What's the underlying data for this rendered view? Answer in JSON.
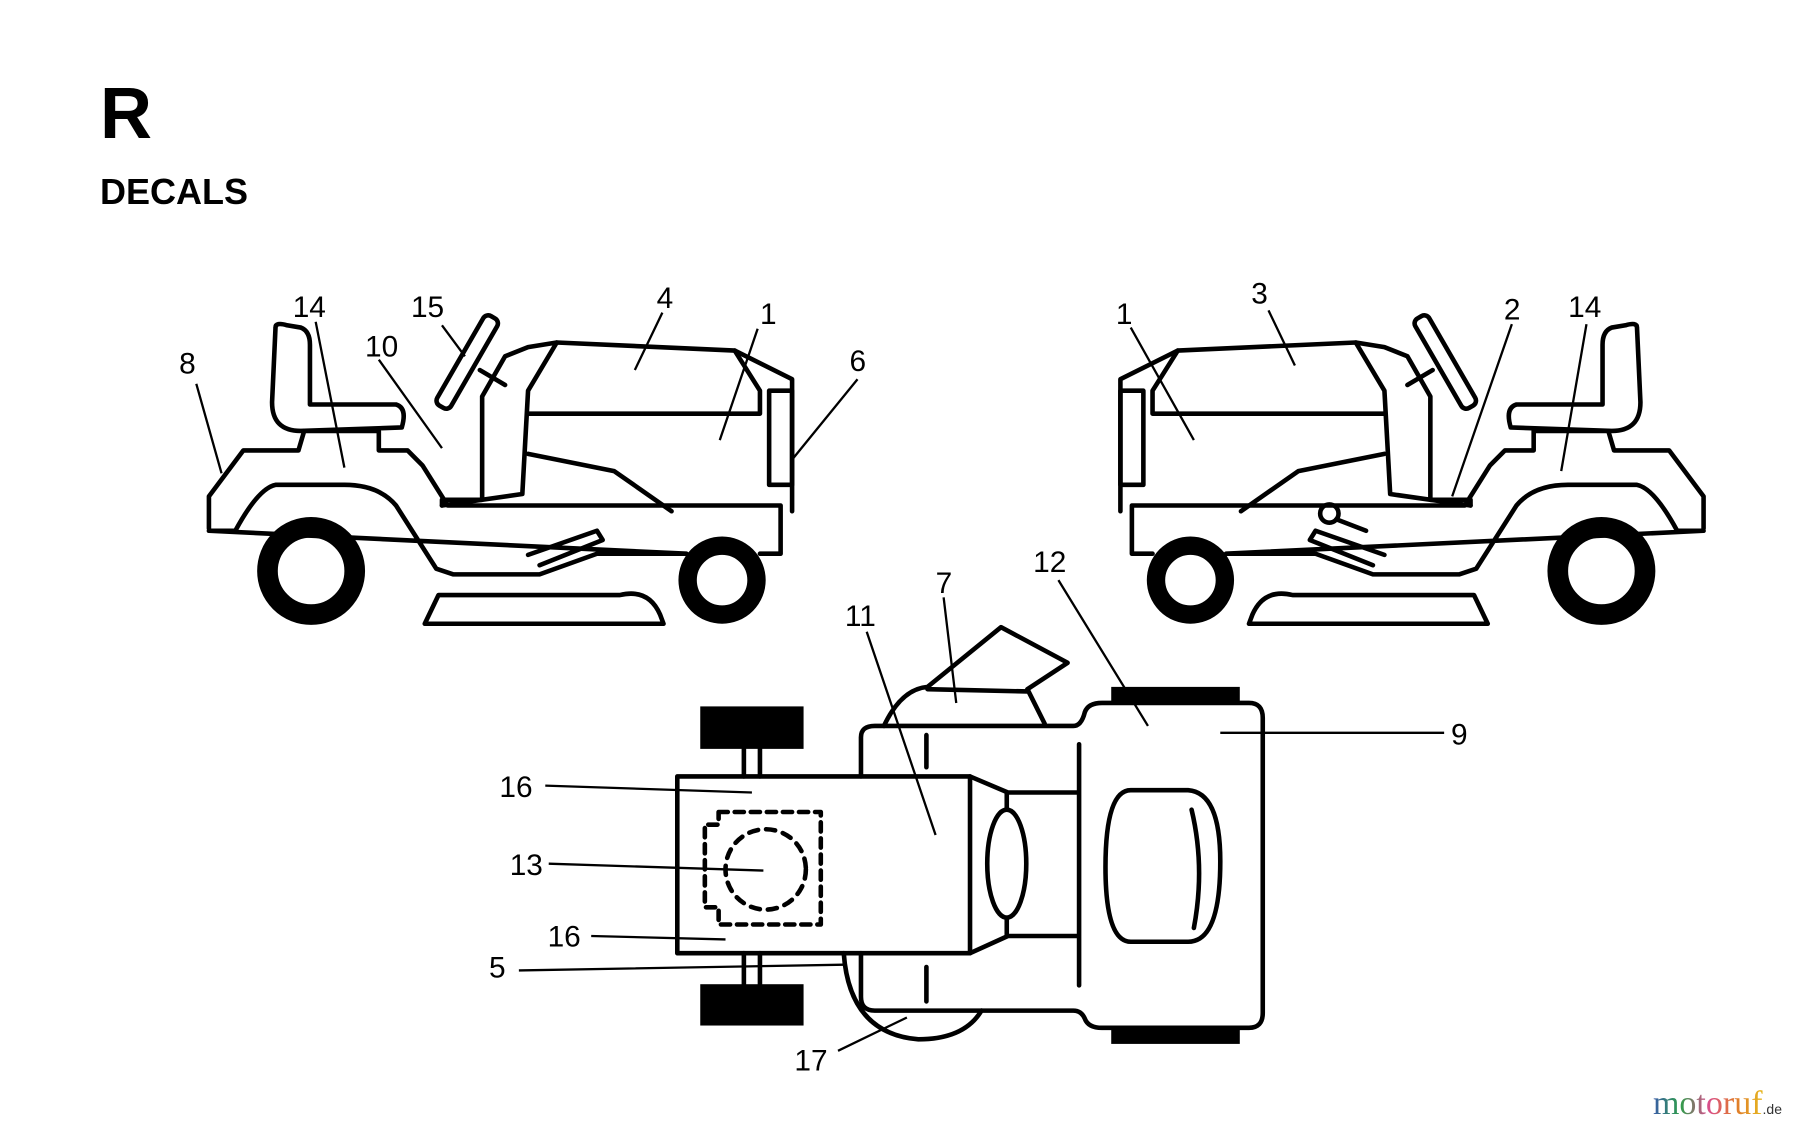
{
  "header": {
    "section_letter": "R",
    "section_title": "DECALS"
  },
  "left_view_labels": {
    "l14": "14",
    "l15": "15",
    "l4": "4",
    "l1": "1",
    "l8": "8",
    "l10": "10",
    "l6": "6"
  },
  "right_view_labels": {
    "l1": "1",
    "l3": "3",
    "l2": "2",
    "l14": "14"
  },
  "top_view_labels": {
    "l11": "11",
    "l7": "7",
    "l12": "12",
    "l9": "9",
    "l16a": "16",
    "l13": "13",
    "l16b": "16",
    "l5": "5",
    "l17": "17"
  },
  "watermark": {
    "text": "motoruf",
    "suffix": ".de"
  }
}
